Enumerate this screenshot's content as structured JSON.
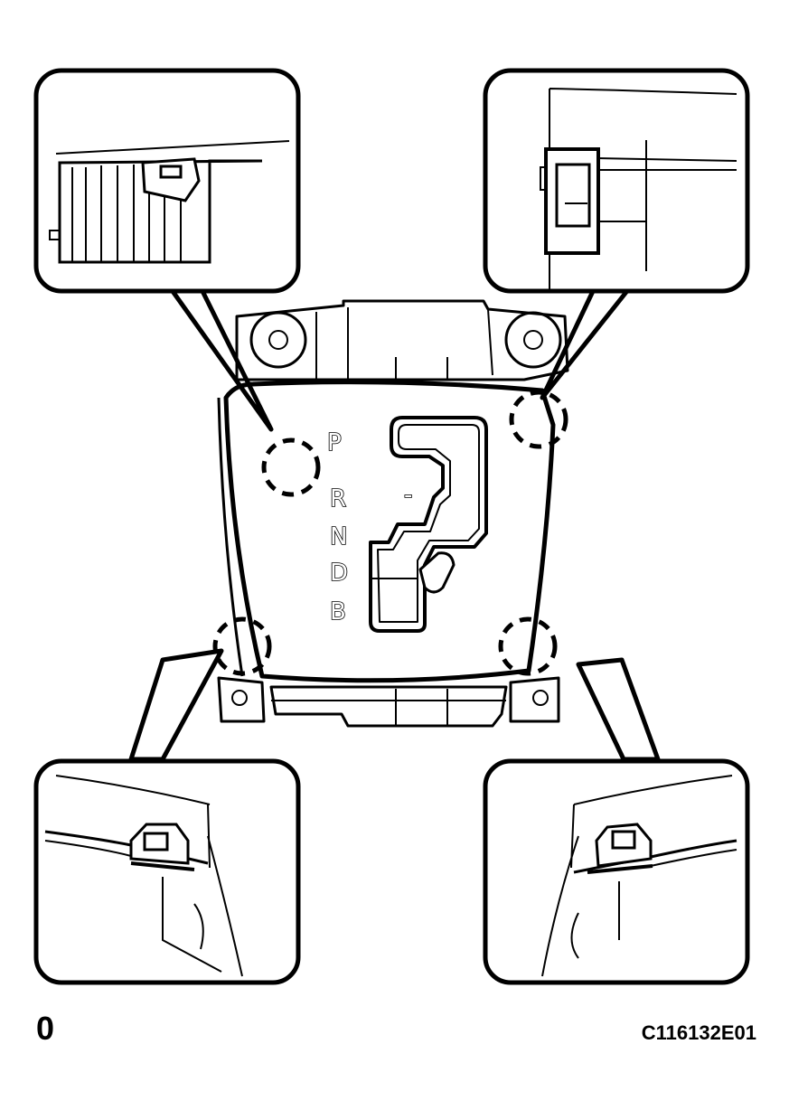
{
  "diagram": {
    "gear_positions": [
      "P",
      "R",
      "N",
      "D",
      "B"
    ],
    "minus_mark": "-",
    "corner_label": "0",
    "figure_code": "C116132E01"
  }
}
